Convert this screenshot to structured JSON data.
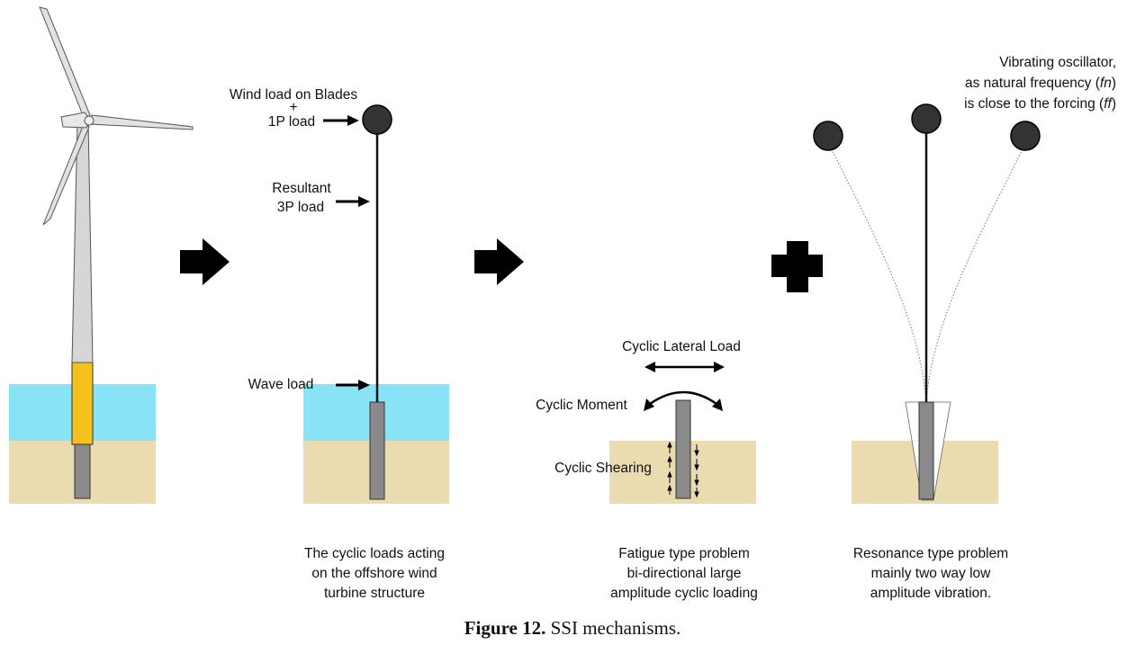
{
  "panel2": {
    "label_wind_blades": "Wind load on Blades",
    "label_plus": "+",
    "label_1p": "1P load",
    "label_resultant": "Resultant",
    "label_3p": "3P load",
    "label_wave": "Wave load",
    "caption": [
      "The cyclic loads acting",
      "on the offshore wind",
      "turbine structure"
    ]
  },
  "panel3": {
    "label_lateral": "Cyclic Lateral Load",
    "label_moment": "Cyclic Moment",
    "label_shearing": "Cyclic Shearing",
    "caption": [
      "Fatigue type problem",
      "bi-directional large",
      "amplitude cyclic loading"
    ]
  },
  "panel4": {
    "label_line1": "Vibrating oscillator,",
    "label_line2": "as natural frequency (",
    "label_fn": "fn",
    "label_line2_end": ")",
    "label_line3": "is close to the forcing (",
    "label_ff": "ff",
    "label_line3_end": ")",
    "caption": [
      "Resonance type problem",
      "mainly two way low",
      "amplitude vibration."
    ]
  },
  "figure": {
    "label": "Figure 12.",
    "text": " SSI mechanisms."
  },
  "colors": {
    "water": "#87e3f5",
    "soil": "#eadbb1",
    "pile": "#8a8a8a",
    "transition_piece": "#f5c21b",
    "tower": "#d6d6d6"
  }
}
